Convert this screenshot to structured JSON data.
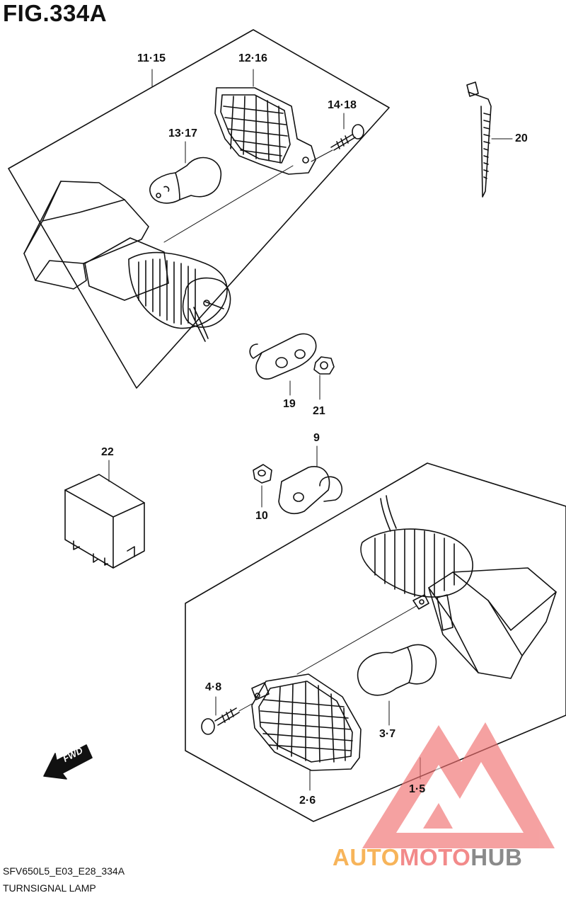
{
  "figure": {
    "title": "FIG.334A",
    "model_code": "SFV650L5_E03_E28_334A",
    "section_name": "TURNSIGNAL LAMP"
  },
  "callouts": {
    "c_11_15": "11·15",
    "c_12_16": "12·16",
    "c_14_18": "14·18",
    "c_13_17": "13·17",
    "c_20": "20",
    "c_19": "19",
    "c_21": "21",
    "c_9": "9",
    "c_22": "22",
    "c_10": "10",
    "c_4_8": "4·8",
    "c_3_7": "3·7",
    "c_2_6": "2·6",
    "c_1_5": "1·5"
  },
  "direction_badge": "FWD",
  "watermark": {
    "part_a": "AUTO",
    "part_b": "MOTO",
    "part_c": "HUB",
    "colors": {
      "a": "#f7b45a",
      "b": "#f28a8a",
      "c": "#8a8a8a"
    }
  }
}
